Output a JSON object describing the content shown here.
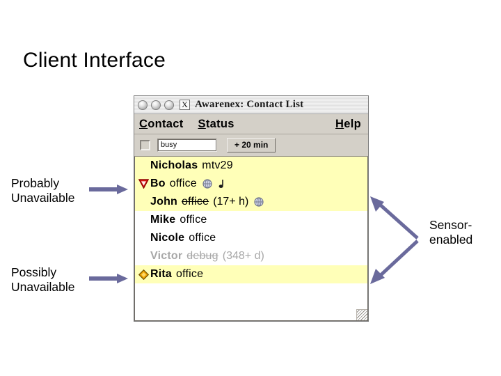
{
  "slide": {
    "title": "Client Interface"
  },
  "annotations": {
    "probably_unavailable": "Probably\nUnavailable",
    "possibly_unavailable": "Possibly\nUnavailable",
    "sensor_enabled": "Sensor-\nenabled"
  },
  "colors": {
    "arrow": "#6a6a9c",
    "row_highlight": "#ffffb8",
    "window_chrome": "#d4d0c8",
    "unavailable_marker": "#e01b14",
    "possibly_marker": "#f0a500",
    "dimmed_text": "#a8a8a8"
  },
  "window": {
    "title": "Awarenex: Contact List",
    "app_icon": "X",
    "titlebar_buttons": [
      "close-gel-button",
      "minimize-gel-button",
      "zoom-gel-button"
    ],
    "menus": [
      {
        "label": "Contact",
        "mnemonic": "C"
      },
      {
        "label": "Status",
        "mnemonic": "S"
      },
      {
        "label": "Help",
        "mnemonic": "H"
      }
    ],
    "toolbar": {
      "checkbox_checked": false,
      "status_value": "busy",
      "status_placeholder": "busy",
      "add_time_label": "+ 20 min"
    },
    "contacts": [
      {
        "name": "Nicholas",
        "location": "mtv29",
        "elapsed": "",
        "marker": "none",
        "highlighted": true,
        "dimmed": false,
        "location_struck": false,
        "icons": []
      },
      {
        "name": "Bo",
        "location": "office",
        "elapsed": "",
        "marker": "red-triangle-icon",
        "highlighted": true,
        "dimmed": false,
        "location_struck": false,
        "icons": [
          "globe-icon",
          "phone-icon"
        ]
      },
      {
        "name": "John",
        "location": "office",
        "elapsed": "(17+ h)",
        "marker": "none",
        "highlighted": true,
        "dimmed": false,
        "location_struck": true,
        "icons": [
          "globe-icon"
        ]
      },
      {
        "name": "Mike",
        "location": "office",
        "elapsed": "",
        "marker": "none",
        "highlighted": false,
        "dimmed": false,
        "location_struck": false,
        "icons": []
      },
      {
        "name": "Nicole",
        "location": "office",
        "elapsed": "",
        "marker": "none",
        "highlighted": false,
        "dimmed": false,
        "location_struck": false,
        "icons": []
      },
      {
        "name": "Victor",
        "location": "debug",
        "elapsed": "(348+ d)",
        "marker": "none",
        "highlighted": false,
        "dimmed": true,
        "location_struck": true,
        "icons": []
      },
      {
        "name": "Rita",
        "location": "office",
        "elapsed": "",
        "marker": "orange-diamond-icon",
        "highlighted": true,
        "dimmed": false,
        "location_struck": false,
        "icons": []
      }
    ]
  }
}
